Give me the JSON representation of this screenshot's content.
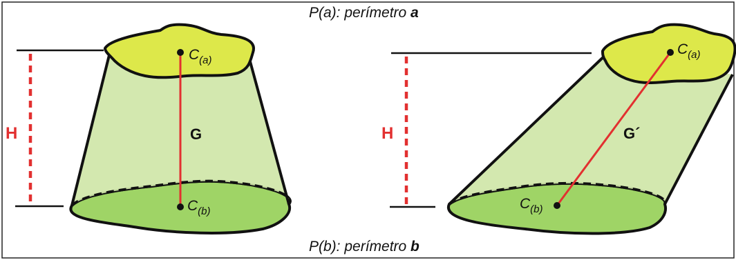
{
  "top_caption": {
    "prefix": "P(a): perímetro ",
    "bold": "a"
  },
  "bottom_caption": {
    "prefix": "P(b): perímetro ",
    "bold": "b"
  },
  "left_figure": {
    "height_label": "H",
    "generatrix_label": "G",
    "top_center": {
      "base": "C",
      "sub": "(a)"
    },
    "bottom_center": {
      "base": "C",
      "sub": "(b)"
    }
  },
  "right_figure": {
    "height_label": "H",
    "generatrix_label": "G´",
    "top_center": {
      "base": "C",
      "sub": "(a)"
    },
    "bottom_center": {
      "base": "C",
      "sub": "(b)"
    }
  },
  "colors": {
    "top_face": "#dde84a",
    "lateral": "#cfe6a8",
    "bottom_face": "#9fd466",
    "height_marker": "#e23030",
    "axis": "#e23030",
    "outline": "#111111"
  }
}
